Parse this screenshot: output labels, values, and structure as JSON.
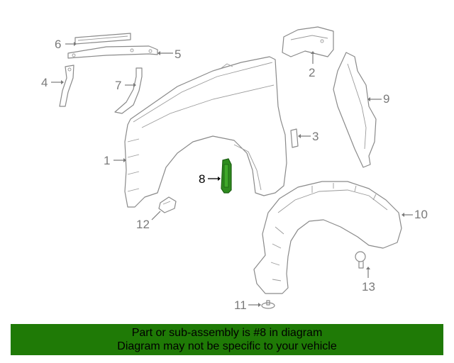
{
  "diagram": {
    "highlight_color": "#2e8b1e",
    "callouts": [
      {
        "id": "1",
        "label": "1"
      },
      {
        "id": "2",
        "label": "2"
      },
      {
        "id": "3",
        "label": "3"
      },
      {
        "id": "4",
        "label": "4"
      },
      {
        "id": "5",
        "label": "5"
      },
      {
        "id": "6",
        "label": "6"
      },
      {
        "id": "7",
        "label": "7"
      },
      {
        "id": "8",
        "label": "8",
        "highlighted": true
      },
      {
        "id": "9",
        "label": "9"
      },
      {
        "id": "10",
        "label": "10"
      },
      {
        "id": "11",
        "label": "11"
      },
      {
        "id": "12",
        "label": "12"
      },
      {
        "id": "13",
        "label": "13"
      }
    ]
  },
  "banner": {
    "background": "#1f7a06",
    "line1": "Part or sub-assembly is #8 in diagram",
    "line2": "Diagram may not be specific to your vehicle"
  }
}
